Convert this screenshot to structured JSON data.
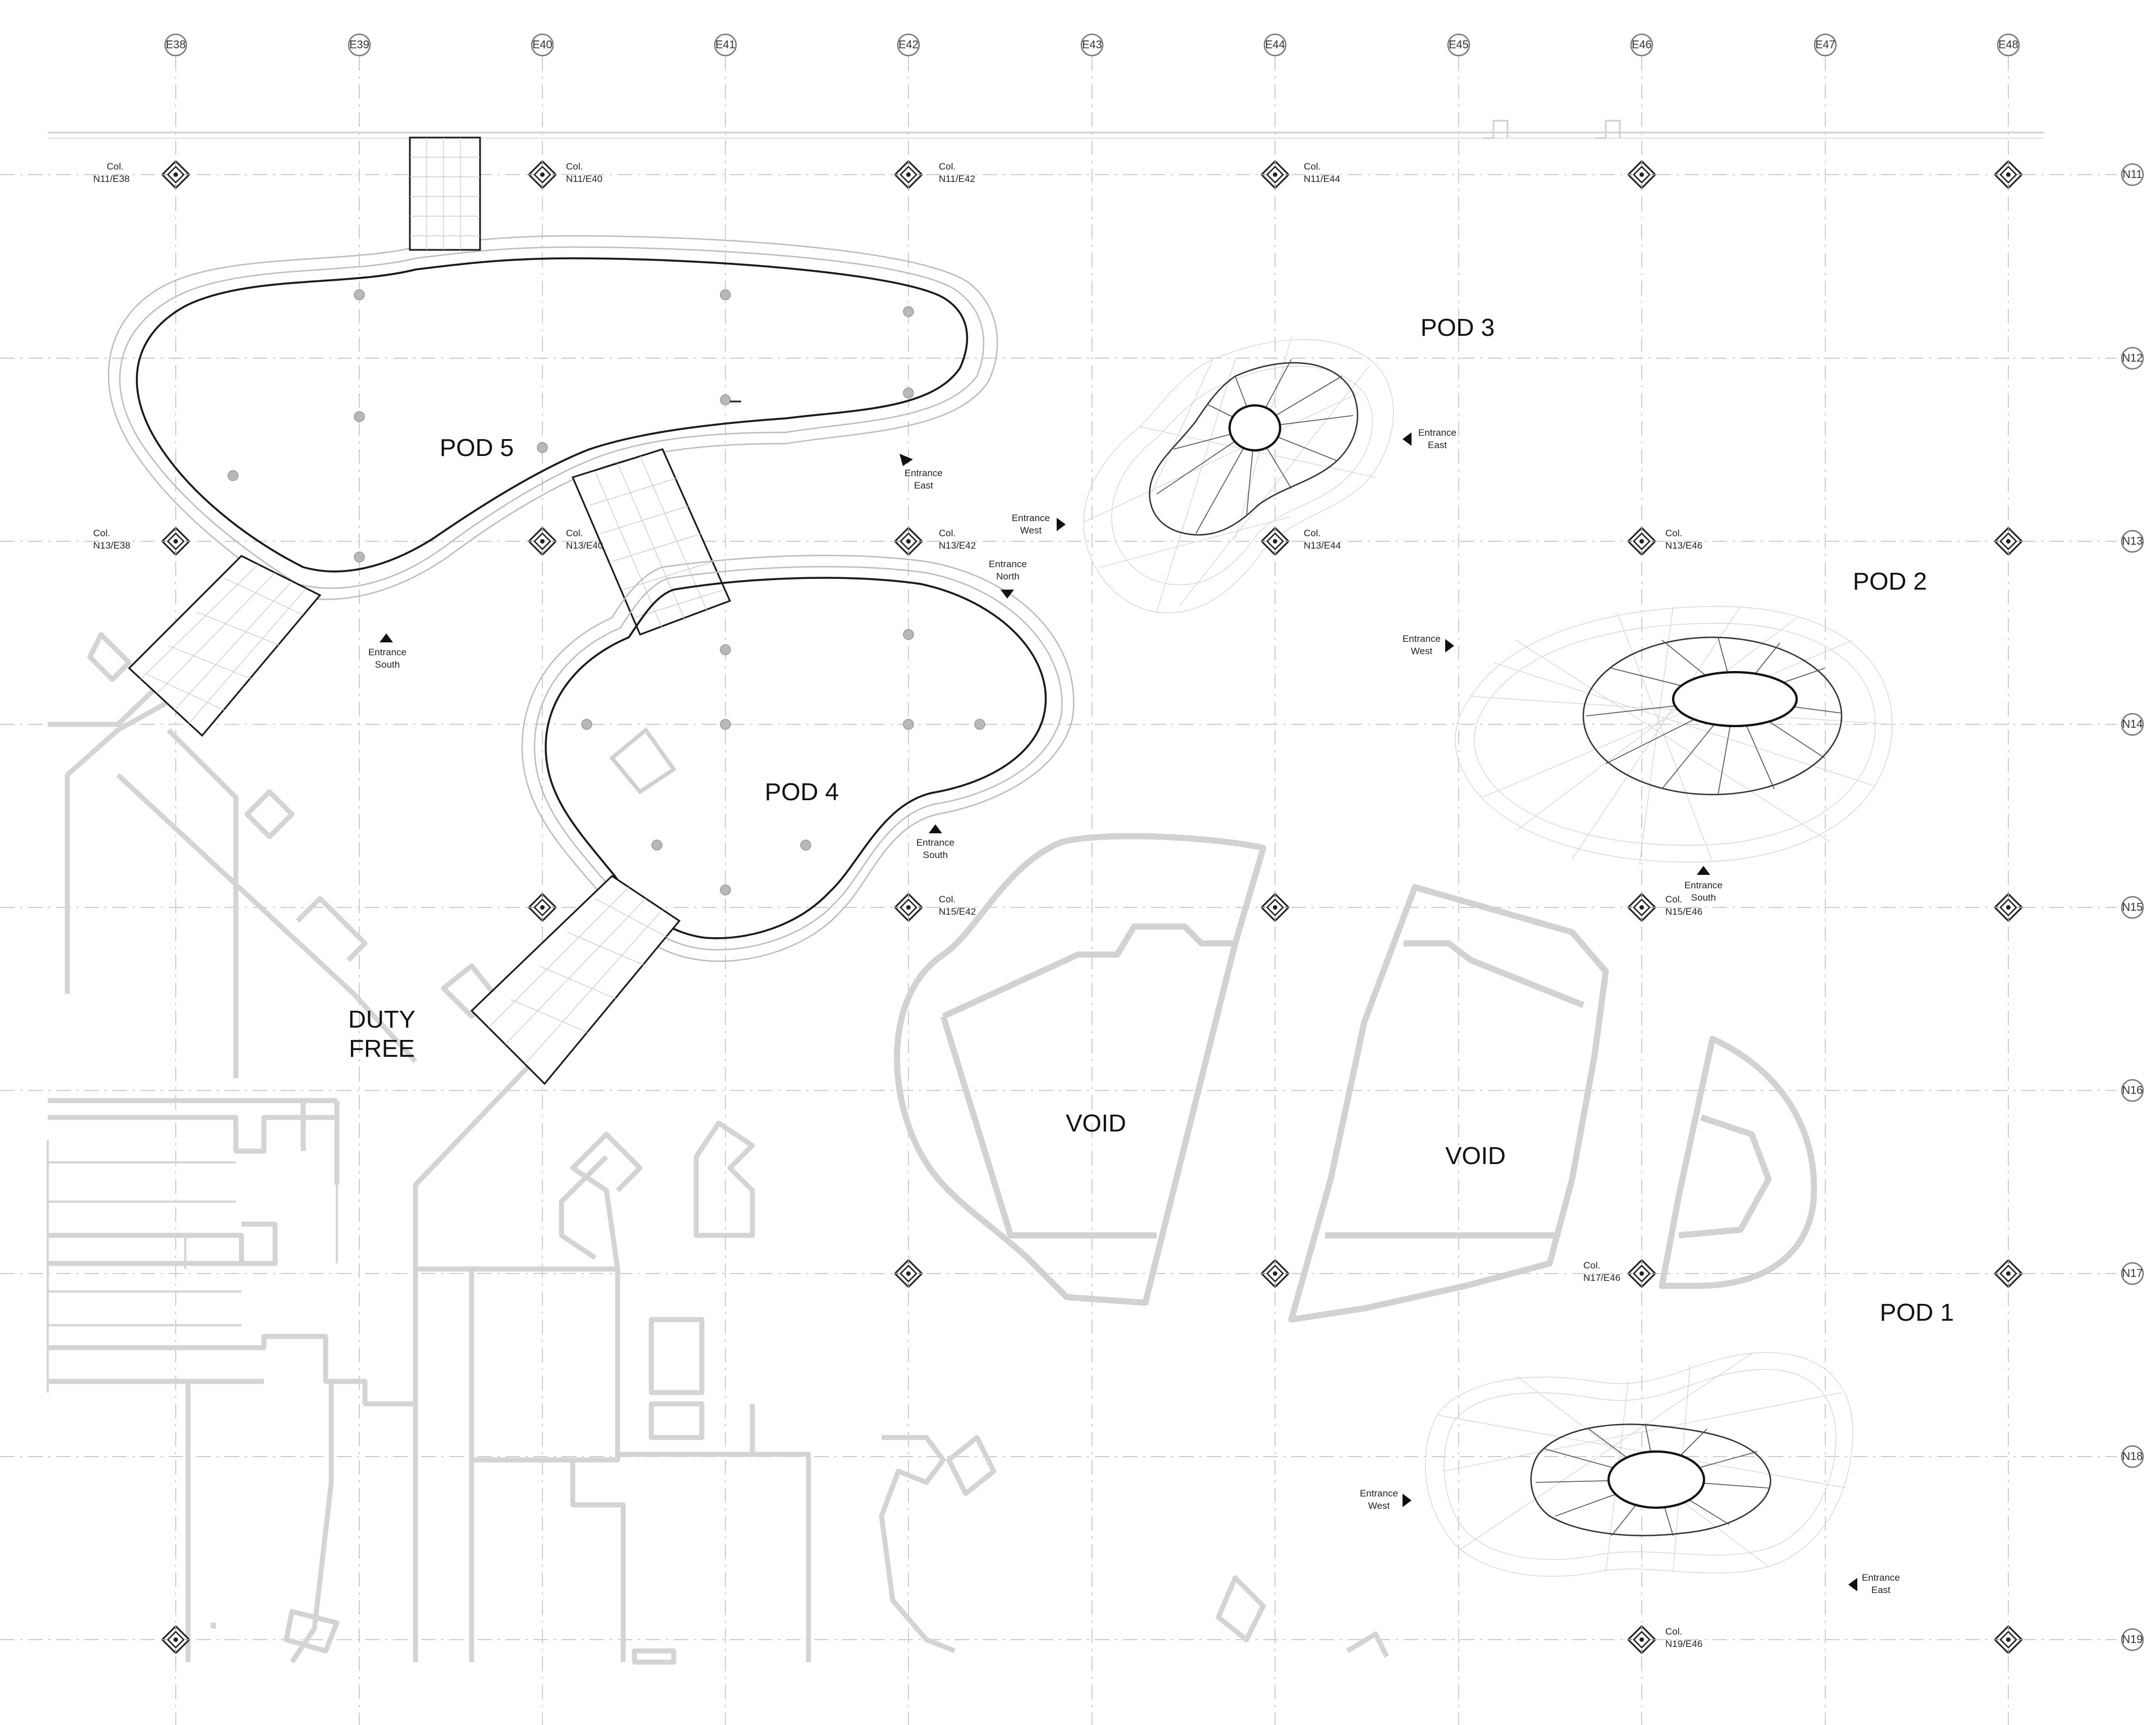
{
  "grid": {
    "columns": [
      "E38",
      "E39",
      "E40",
      "E41",
      "E42",
      "E43",
      "E44",
      "E45",
      "E46",
      "E47",
      "E48"
    ],
    "rows": [
      "N11",
      "N12",
      "N13",
      "N14",
      "N15",
      "N16",
      "N17",
      "N18",
      "N19"
    ]
  },
  "column_labels": [
    {
      "line1": "Col.",
      "line2": "N11/E38"
    },
    {
      "line1": "Col.",
      "line2": "N11/E40"
    },
    {
      "line1": "Col.",
      "line2": "N11/E42"
    },
    {
      "line1": "Col.",
      "line2": "N11/E44"
    },
    {
      "line1": "Col.",
      "line2": "N13/E38"
    },
    {
      "line1": "Col.",
      "line2": "N13/E40"
    },
    {
      "line1": "Col.",
      "line2": "N13/E42"
    },
    {
      "line1": "Col.",
      "line2": "N13/E44"
    },
    {
      "line1": "Col.",
      "line2": "N13/E46"
    },
    {
      "line1": "Col.",
      "line2": "N15/E42"
    },
    {
      "line1": "Col.",
      "line2": "N15/E46"
    },
    {
      "line1": "Col.",
      "line2": "N17/E46"
    },
    {
      "line1": "Col.",
      "line2": "N19/E46"
    }
  ],
  "pods": {
    "pod5": "POD 5",
    "pod4": "POD 4",
    "pod3": "POD 3",
    "pod2": "POD 2",
    "pod1": "POD 1"
  },
  "areas": {
    "duty_free_line1": "DUTY",
    "duty_free_line2": "FREE",
    "void_left": "VOID",
    "void_right": "VOID"
  },
  "entrances": [
    {
      "line1": "Entrance",
      "line2": "East"
    },
    {
      "line1": "Entrance",
      "line2": "South"
    },
    {
      "line1": "Entrance",
      "line2": "North"
    },
    {
      "line1": "Entrance",
      "line2": "South"
    },
    {
      "line1": "Entrance",
      "line2": "West"
    },
    {
      "line1": "Entrance",
      "line2": "East"
    },
    {
      "line1": "Entrance",
      "line2": "West"
    },
    {
      "line1": "Entrance",
      "line2": "South"
    },
    {
      "line1": "Entrance",
      "line2": "West"
    },
    {
      "line1": "Entrance",
      "line2": "East"
    }
  ]
}
